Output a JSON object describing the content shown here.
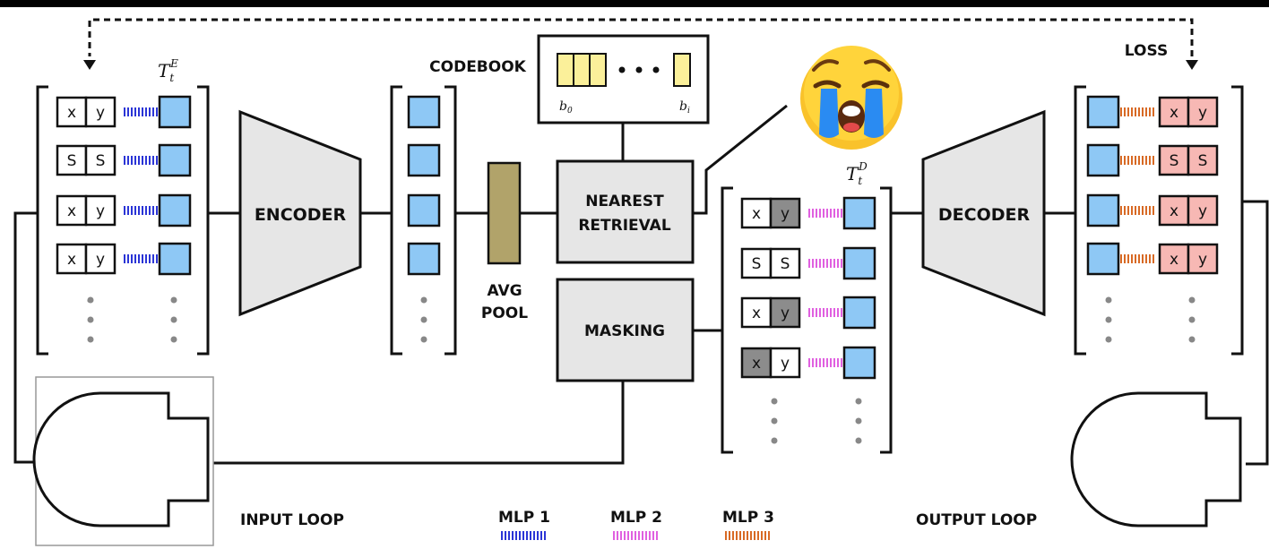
{
  "labels": {
    "codebook": "CODEBOOK",
    "loss": "LOSS",
    "encoder": "ENCODER",
    "decoder": "DECODER",
    "nearest_line1": "NEAREST",
    "nearest_line2": "RETRIEVAL",
    "masking": "MASKING",
    "avg_pool_line1": "AVG",
    "avg_pool_line2": "POOL",
    "input_loop": "INPUT LOOP",
    "output_loop": "OUTPUT LOOP",
    "te_base": "T",
    "te_sub": "t",
    "te_sup": "E",
    "td_base": "T",
    "td_sub": "t",
    "td_sup": "D",
    "b0_base": "b",
    "b0_sub": "0",
    "bi_base": "b",
    "bi_sub": "i"
  },
  "legend": [
    {
      "label": "MLP 1",
      "color": "#2b35d6"
    },
    {
      "label": "MLP 2",
      "color": "#e060e0"
    },
    {
      "label": "MLP 3",
      "color": "#d86a25"
    }
  ],
  "input_rows": [
    {
      "a": "x",
      "b": "y"
    },
    {
      "a": "S",
      "b": "S"
    },
    {
      "a": "x",
      "b": "y"
    },
    {
      "a": "x",
      "b": "y"
    }
  ],
  "decoder_rows": [
    {
      "a": "x",
      "b": "y"
    },
    {
      "a": "S",
      "b": "S"
    },
    {
      "a": "x",
      "b": "y"
    },
    {
      "a": "x",
      "b": "y"
    }
  ],
  "output_rows": [
    {
      "a": "x",
      "b": "y"
    },
    {
      "a": "S",
      "b": "S"
    },
    {
      "a": "x",
      "b": "y"
    },
    {
      "a": "x",
      "b": "y"
    }
  ],
  "colors": {
    "token_blue": "#8ec8f5",
    "output_pink": "#f7b8b4",
    "masked_gray": "#8c8c8c",
    "block_gray": "#e6e6e6",
    "avgpool_olive": "#b1a36a",
    "codebook_yellow": "#fbf09a",
    "mlp1": "#2b35d6",
    "mlp2": "#e060e0",
    "mlp3": "#d86a25"
  },
  "icons": [
    "crying-face-icon",
    "loop-icon"
  ]
}
